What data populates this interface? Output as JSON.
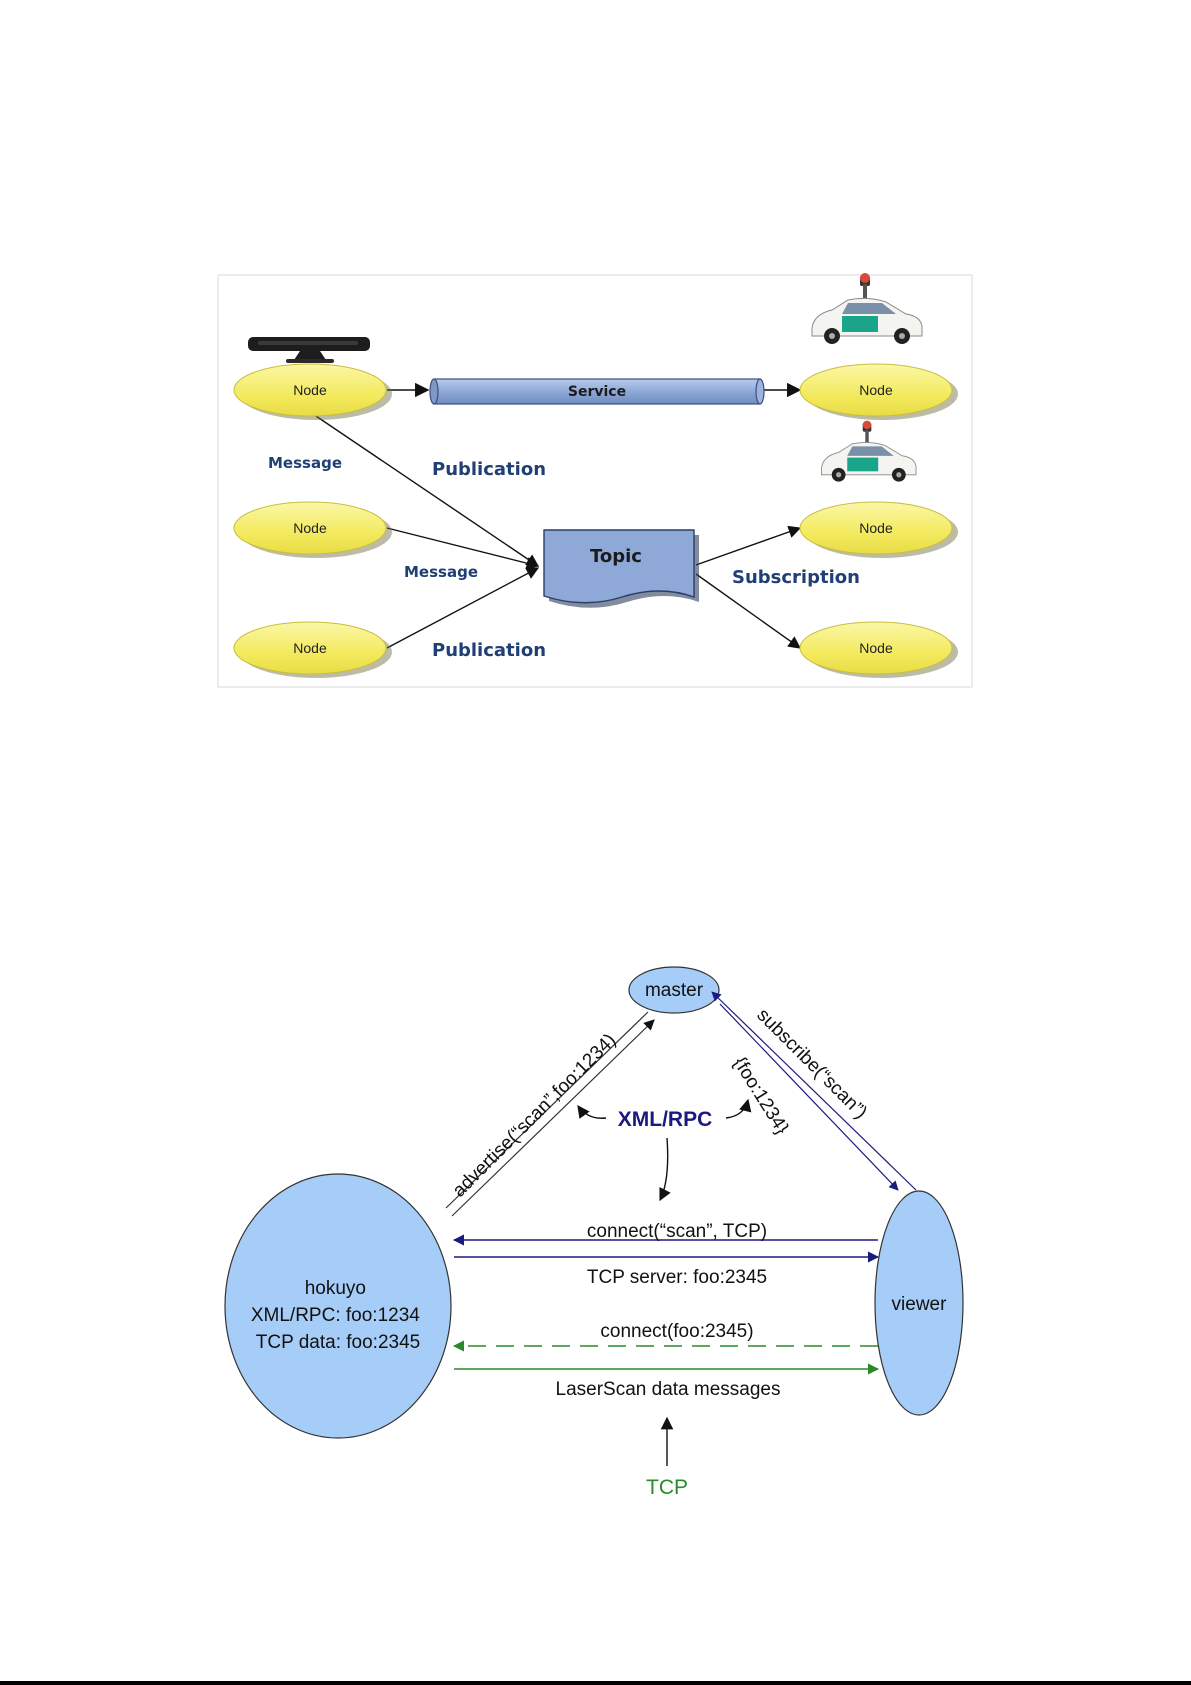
{
  "diagram1": {
    "node_label": "Node",
    "service_label": "Service",
    "topic_label": "Topic",
    "message_label": "Message",
    "publication_label": "Publication",
    "subscription_label": "Subscription"
  },
  "diagram2": {
    "master": "master",
    "viewer": "viewer",
    "hokuyo_lines": [
      "hokuyo",
      "XML/RPC: foo:1234",
      "TCP data: foo:2345"
    ],
    "advertise": "advertise(“scan”,foo:1234)",
    "subscribe": "subscribe(“scan”)",
    "foo_reply": "{foo:1234}",
    "xmlrpc": "XML/RPC",
    "connect_scan": "connect(“scan”, TCP)",
    "tcp_server": "TCP server: foo:2345",
    "connect_foo": "connect(foo:2345)",
    "laserscan": "LaserScan data messages",
    "tcp": "TCP"
  },
  "colors": {
    "node_fill": "#f7f07a",
    "pipe_fill": "#8ea9d8",
    "topic_fill": "#8ea9d8",
    "label_blue": "#1f3f75",
    "circle_fill": "#a6cdf7",
    "arrow_navy": "#1a1a80",
    "arrow_green": "#2a8a2a",
    "xmlrpc_text": "#1a1a80",
    "tcp_text": "#2a8a2a"
  }
}
